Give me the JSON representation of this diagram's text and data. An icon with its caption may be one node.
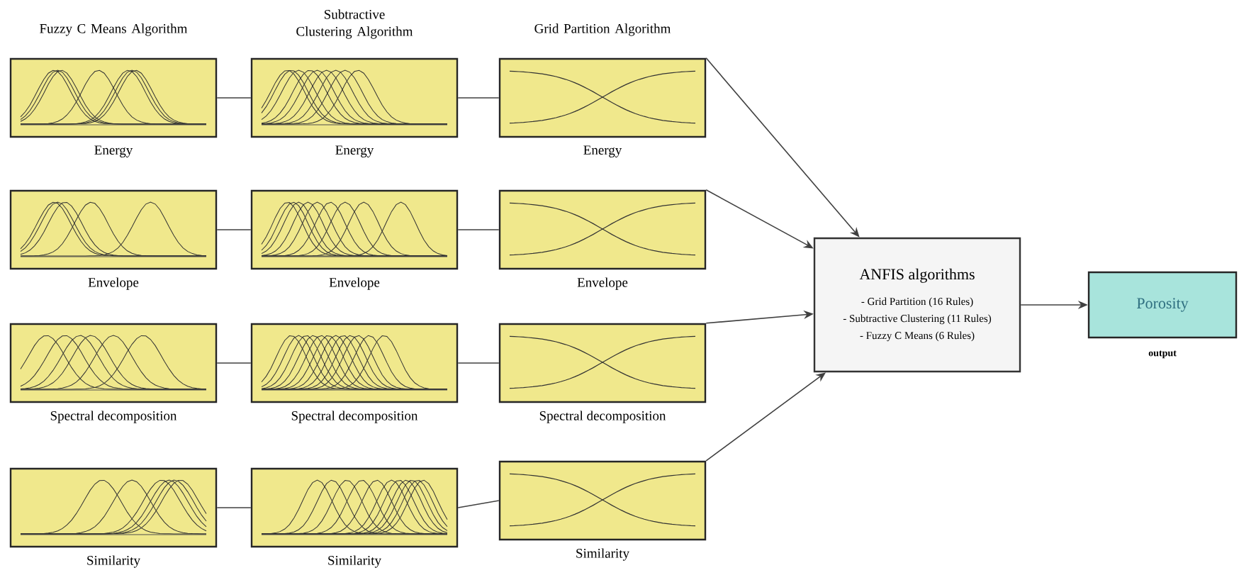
{
  "diagram": {
    "nodes": [
      {
        "text": [],
        "shape": "box",
        "beside": [
          "Energy"
        ]
      },
      {
        "text": [],
        "shape": "box",
        "beside": [
          "Energy"
        ]
      },
      {
        "text": [],
        "shape": "box",
        "beside": [
          "Energy"
        ]
      },
      {
        "text": [],
        "shape": "box",
        "beside": [
          "Envelope"
        ]
      },
      {
        "text": [],
        "shape": "box",
        "beside": [
          "Envelope"
        ]
      },
      {
        "text": [],
        "shape": "box",
        "beside": [
          "Envelope"
        ]
      },
      {
        "text": [],
        "shape": "box",
        "beside": [
          "Spectral decomposition"
        ]
      },
      {
        "text": [],
        "shape": "box",
        "beside": [
          "Spectral decomposition"
        ]
      },
      {
        "text": [],
        "shape": "box",
        "beside": [
          "Spectral decomposition"
        ]
      },
      {
        "text": [],
        "shape": "box",
        "beside": [
          "Similarity"
        ]
      },
      {
        "text": [],
        "shape": "box",
        "beside": [
          "Similarity"
        ]
      },
      {
        "text": [],
        "shape": "box",
        "beside": [
          "Similarity"
        ]
      },
      {
        "text": [
          "ANFIS algorithms",
          "- Grid Partition (16 Rules)",
          "- Subtractive Clustering (11 Rules)",
          "- Fuzzy C Means (6 Rules)"
        ]
      },
      {
        "text": [
          "Porosity"
        ],
        "beside": [
          "output"
        ]
      }
    ],
    "edges": [
      {
        "from": 0,
        "to": 1,
        "arrow": "none"
      },
      {
        "from": 1,
        "to": 2,
        "arrow": "none"
      },
      {
        "from": 3,
        "to": 4,
        "arrow": "none"
      },
      {
        "from": 4,
        "to": 5,
        "arrow": "none"
      },
      {
        "from": 6,
        "to": 7,
        "arrow": "none"
      },
      {
        "from": 7,
        "to": 8,
        "arrow": "none"
      },
      {
        "from": 9,
        "to": 10,
        "arrow": "none"
      },
      {
        "from": 10,
        "to": 11,
        "arrow": "none"
      },
      {
        "from": 2,
        "to": 12,
        "arrow": "to"
      },
      {
        "from": 5,
        "to": 12,
        "arrow": "to"
      },
      {
        "from": 8,
        "to": 12,
        "arrow": "to"
      },
      {
        "from": 11,
        "to": 12,
        "arrow": "to"
      },
      {
        "from": 12,
        "to": 13,
        "arrow": "to"
      }
    ],
    "labels": [
      "Fuzzy C Means Algorithm",
      "Subtractive Clustering Algorithm",
      "Grid Partition Algorithm"
    ]
  }
}
